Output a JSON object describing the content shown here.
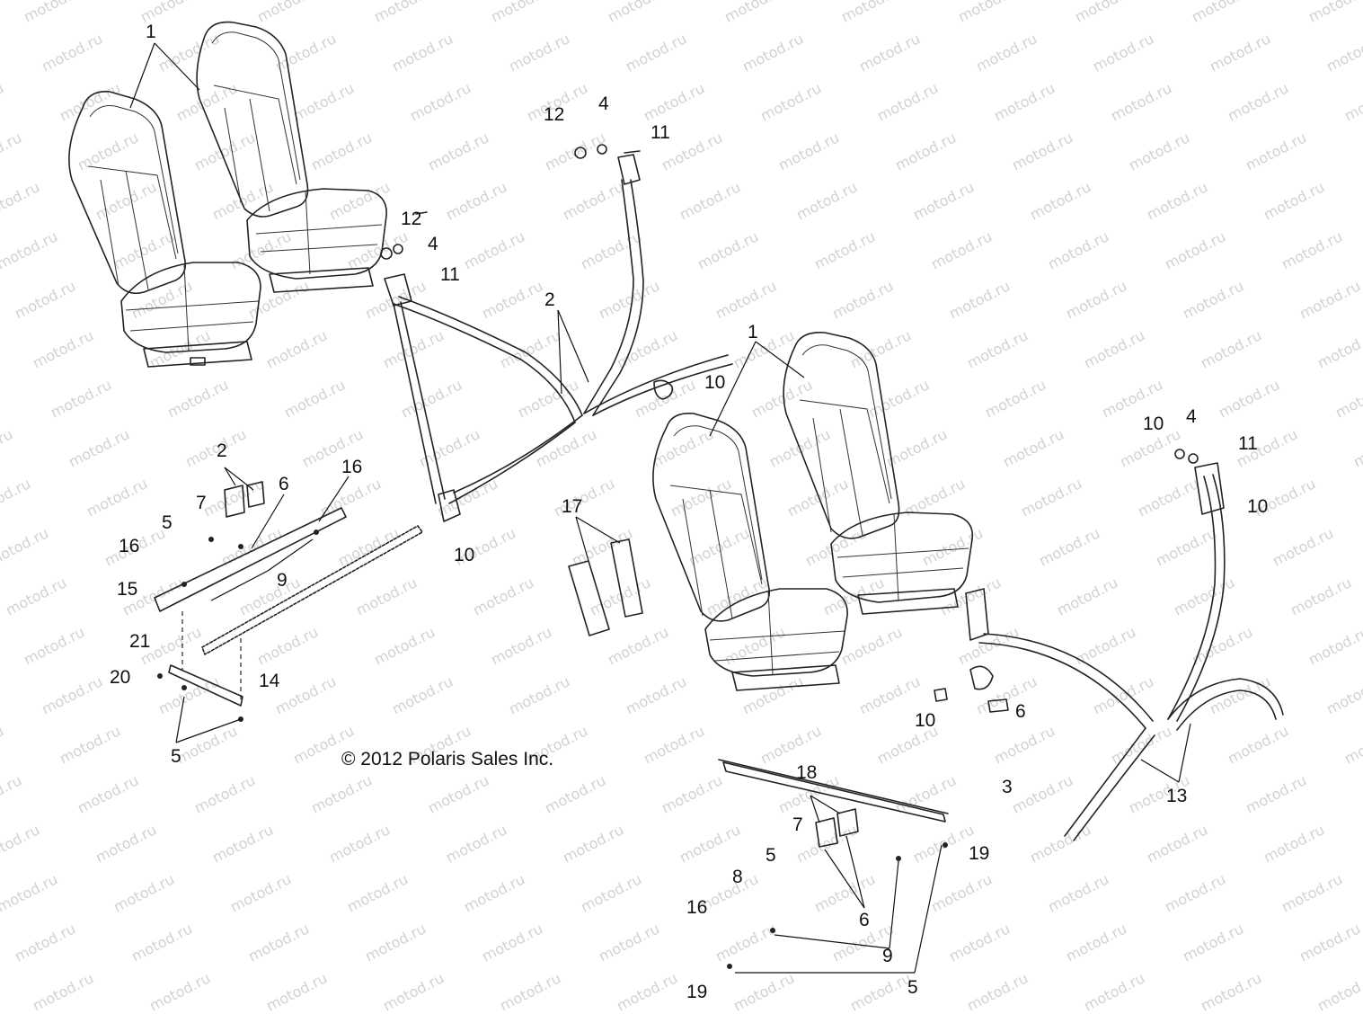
{
  "copyright": "© 2012 Polaris Sales Inc.",
  "watermark": "motod.ru",
  "callouts": [
    {
      "id": "c1a",
      "text": "1"
    },
    {
      "id": "c12a",
      "text": "12"
    },
    {
      "id": "c4a",
      "text": "4"
    },
    {
      "id": "c11a",
      "text": "11"
    },
    {
      "id": "c12b",
      "text": "12"
    },
    {
      "id": "c4b",
      "text": "4"
    },
    {
      "id": "c11b",
      "text": "11"
    },
    {
      "id": "c2a",
      "text": "2"
    },
    {
      "id": "c10a",
      "text": "10"
    },
    {
      "id": "c1b",
      "text": "1"
    },
    {
      "id": "c10b",
      "text": "10"
    },
    {
      "id": "c4c",
      "text": "4"
    },
    {
      "id": "c11c",
      "text": "11"
    },
    {
      "id": "c10c",
      "text": "10"
    },
    {
      "id": "c2b",
      "text": "2"
    },
    {
      "id": "c6a",
      "text": "6"
    },
    {
      "id": "c16a",
      "text": "16"
    },
    {
      "id": "c7a",
      "text": "7"
    },
    {
      "id": "c5a",
      "text": "5"
    },
    {
      "id": "c16b",
      "text": "16"
    },
    {
      "id": "c9a",
      "text": "9"
    },
    {
      "id": "c15",
      "text": "15"
    },
    {
      "id": "c10d",
      "text": "10"
    },
    {
      "id": "c17",
      "text": "17"
    },
    {
      "id": "c21",
      "text": "21"
    },
    {
      "id": "c20",
      "text": "20"
    },
    {
      "id": "c14",
      "text": "14"
    },
    {
      "id": "c5b",
      "text": "5"
    },
    {
      "id": "c10e",
      "text": "10"
    },
    {
      "id": "c6b",
      "text": "6"
    },
    {
      "id": "c13",
      "text": "13"
    },
    {
      "id": "c18",
      "text": "18"
    },
    {
      "id": "c3",
      "text": "3"
    },
    {
      "id": "c7b",
      "text": "7"
    },
    {
      "id": "c5c",
      "text": "5"
    },
    {
      "id": "c19a",
      "text": "19"
    },
    {
      "id": "c8",
      "text": "8"
    },
    {
      "id": "c16c",
      "text": "16"
    },
    {
      "id": "c6c",
      "text": "6"
    },
    {
      "id": "c9b",
      "text": "9"
    },
    {
      "id": "c19b",
      "text": "19"
    },
    {
      "id": "c5d",
      "text": "5"
    }
  ]
}
